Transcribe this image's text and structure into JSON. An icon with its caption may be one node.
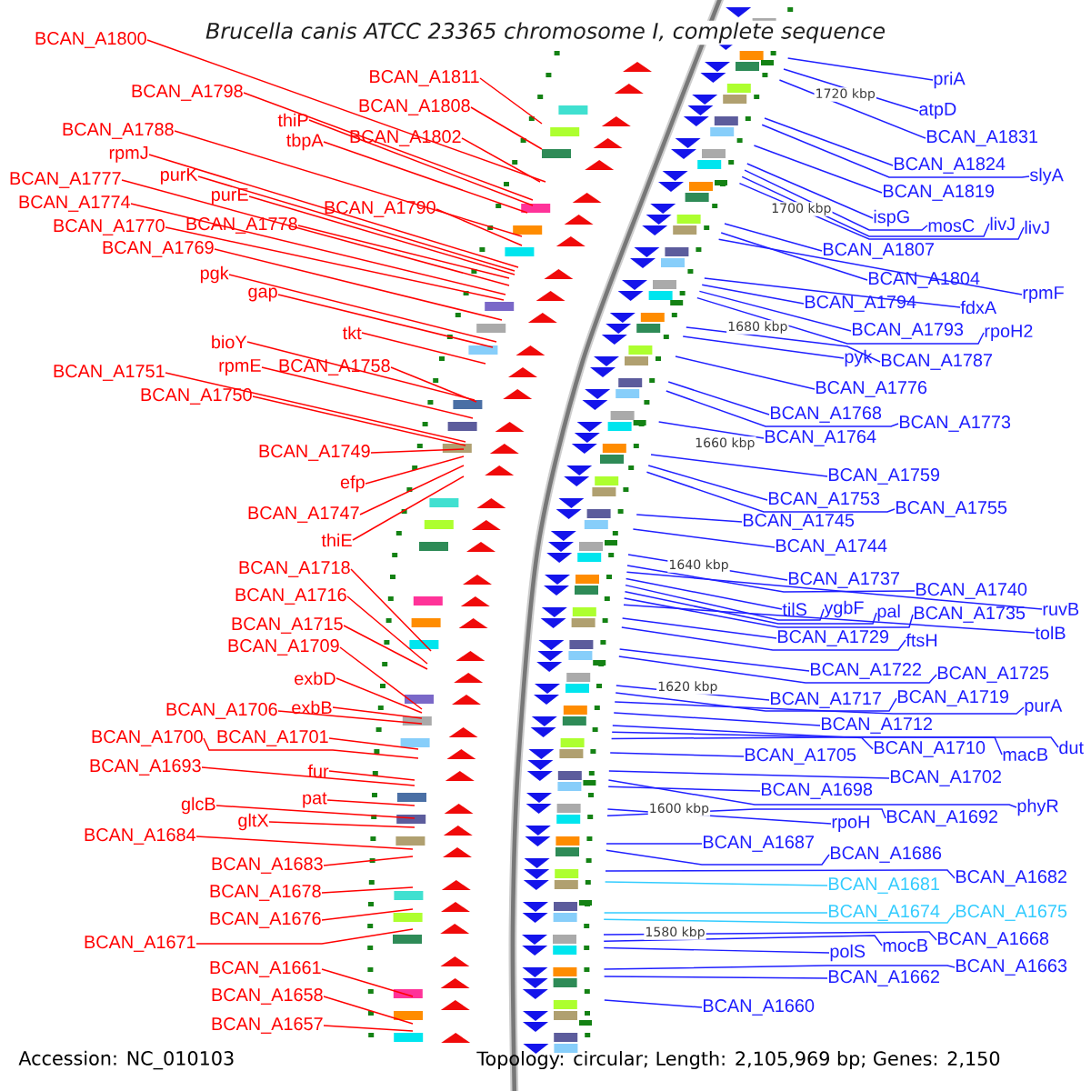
{
  "diagram": {
    "title": "Brucella canis ATCC 23365 chromosome I, complete sequence",
    "nodes": [
      {
        "text": [
          "BCAN_A1800"
        ]
      },
      {
        "text": [
          "BCAN_A1811"
        ]
      },
      {
        "text": [
          "BCAN_A1808"
        ]
      },
      {
        "text": [
          "BCAN_A1798"
        ]
      },
      {
        "text": [
          "thiP"
        ]
      },
      {
        "text": [
          "BCAN_A1802"
        ]
      },
      {
        "text": [
          "tbpA"
        ]
      },
      {
        "text": [
          "BCAN_A1788"
        ]
      },
      {
        "text": [
          "rpmJ"
        ]
      },
      {
        "text": [
          "purK"
        ]
      },
      {
        "text": [
          "BCAN_A1777"
        ]
      },
      {
        "text": [
          "purE"
        ]
      },
      {
        "text": [
          "BCAN_A1774"
        ]
      },
      {
        "text": [
          "BCAN_A1790"
        ]
      },
      {
        "text": [
          "BCAN_A1770"
        ]
      },
      {
        "text": [
          "BCAN_A1778"
        ]
      },
      {
        "text": [
          "BCAN_A1769"
        ]
      },
      {
        "text": [
          "pgk"
        ]
      },
      {
        "text": [
          "gap"
        ]
      },
      {
        "text": [
          "tkt"
        ]
      },
      {
        "text": [
          "bioY"
        ]
      },
      {
        "text": [
          "rpmE"
        ]
      },
      {
        "text": [
          "BCAN_A1758"
        ]
      },
      {
        "text": [
          "BCAN_A1751"
        ]
      },
      {
        "text": [
          "BCAN_A1750"
        ]
      },
      {
        "text": [
          "BCAN_A1749"
        ]
      },
      {
        "text": [
          "efp"
        ]
      },
      {
        "text": [
          "BCAN_A1747"
        ]
      },
      {
        "text": [
          "thiE"
        ]
      },
      {
        "text": [
          "BCAN_A1718"
        ]
      },
      {
        "text": [
          "BCAN_A1716"
        ]
      },
      {
        "text": [
          "BCAN_A1715"
        ]
      },
      {
        "text": [
          "BCAN_A1709"
        ]
      },
      {
        "text": [
          "exbD"
        ]
      },
      {
        "text": [
          "BCAN_A1706"
        ]
      },
      {
        "text": [
          "exbB"
        ]
      },
      {
        "text": [
          "BCAN_A1700"
        ]
      },
      {
        "text": [
          "BCAN_A1701"
        ]
      },
      {
        "text": [
          "BCAN_A1693"
        ]
      },
      {
        "text": [
          "fur"
        ]
      },
      {
        "text": [
          "pat"
        ]
      },
      {
        "text": [
          "glcB"
        ]
      },
      {
        "text": [
          "gltX"
        ]
      },
      {
        "text": [
          "BCAN_A1684"
        ]
      },
      {
        "text": [
          "BCAN_A1683"
        ]
      },
      {
        "text": [
          "BCAN_A1678"
        ]
      },
      {
        "text": [
          "BCAN_A1676"
        ]
      },
      {
        "text": [
          "BCAN_A1671"
        ]
      },
      {
        "text": [
          "BCAN_A1661"
        ]
      },
      {
        "text": [
          "BCAN_A1658"
        ]
      },
      {
        "text": [
          "BCAN_A1657"
        ]
      },
      {
        "text": [
          "priA"
        ]
      },
      {
        "text": [
          "atpD"
        ]
      },
      {
        "text": [
          "BCAN_A1831"
        ]
      },
      {
        "text": [
          "BCAN_A1824"
        ]
      },
      {
        "text": [
          "slyA"
        ]
      },
      {
        "text": [
          "BCAN_A1819"
        ]
      },
      {
        "text": [
          "ispG"
        ]
      },
      {
        "text": [
          "mosC"
        ]
      },
      {
        "text": [
          "livJ"
        ]
      },
      {
        "text": [
          "livJ"
        ]
      },
      {
        "text": [
          "BCAN_A1807"
        ]
      },
      {
        "text": [
          "BCAN_A1804"
        ]
      },
      {
        "text": [
          "rpmF"
        ]
      },
      {
        "text": [
          "BCAN_A1794"
        ]
      },
      {
        "text": [
          "fdxA"
        ]
      },
      {
        "text": [
          "BCAN_A1793"
        ]
      },
      {
        "text": [
          "rpoH2"
        ]
      },
      {
        "text": [
          "pyk"
        ]
      },
      {
        "text": [
          "BCAN_A1787"
        ]
      },
      {
        "text": [
          "BCAN_A1776"
        ]
      },
      {
        "text": [
          "BCAN_A1768"
        ]
      },
      {
        "text": [
          "BCAN_A1773"
        ]
      },
      {
        "text": [
          "BCAN_A1764"
        ]
      },
      {
        "text": [
          "BCAN_A1759"
        ]
      },
      {
        "text": [
          "BCAN_A1753"
        ]
      },
      {
        "text": [
          "BCAN_A1755"
        ]
      },
      {
        "text": [
          "BCAN_A1745"
        ]
      },
      {
        "text": [
          "BCAN_A1744"
        ]
      },
      {
        "text": [
          "BCAN_A1737"
        ]
      },
      {
        "text": [
          "BCAN_A1740"
        ]
      },
      {
        "text": [
          "tilS"
        ]
      },
      {
        "text": [
          "ygbF"
        ]
      },
      {
        "text": [
          "pal"
        ]
      },
      {
        "text": [
          "BCAN_A1735"
        ]
      },
      {
        "text": [
          "ruvB"
        ]
      },
      {
        "text": [
          "tolB"
        ]
      },
      {
        "text": [
          "BCAN_A1729"
        ]
      },
      {
        "text": [
          "ftsH"
        ]
      },
      {
        "text": [
          "BCAN_A1722"
        ]
      },
      {
        "text": [
          "BCAN_A1725"
        ]
      },
      {
        "text": [
          "BCAN_A1717"
        ]
      },
      {
        "text": [
          "BCAN_A1719"
        ]
      },
      {
        "text": [
          "purA"
        ]
      },
      {
        "text": [
          "BCAN_A1712"
        ]
      },
      {
        "text": [
          "BCAN_A1710"
        ]
      },
      {
        "text": [
          "macB"
        ]
      },
      {
        "text": [
          "dut"
        ]
      },
      {
        "text": [
          "BCAN_A1705"
        ]
      },
      {
        "text": [
          "BCAN_A1702"
        ]
      },
      {
        "text": [
          "BCAN_A1698"
        ]
      },
      {
        "text": [
          "phyR"
        ]
      },
      {
        "text": [
          "rpoH"
        ]
      },
      {
        "text": [
          "BCAN_A1692"
        ]
      },
      {
        "text": [
          "BCAN_A1687"
        ]
      },
      {
        "text": [
          "BCAN_A1686"
        ]
      },
      {
        "text": [
          "BCAN_A1681"
        ]
      },
      {
        "text": [
          "BCAN_A1682"
        ]
      },
      {
        "text": [
          "BCAN_A1674"
        ]
      },
      {
        "text": [
          "BCAN_A1675"
        ]
      },
      {
        "text": [
          "polS"
        ]
      },
      {
        "text": [
          "mocB"
        ]
      },
      {
        "text": [
          "BCAN_A1668"
        ]
      },
      {
        "text": [
          "BCAN_A1662"
        ]
      },
      {
        "text": [
          "BCAN_A1663"
        ]
      },
      {
        "text": [
          "BCAN_A1660"
        ]
      }
    ],
    "edges": [
      {
        "from": 0,
        "to": null,
        "arrow": "none",
        "color": "#ff0000"
      },
      {
        "from": 1,
        "to": null,
        "arrow": "none",
        "color": "#ff0000"
      },
      {
        "from": 2,
        "to": null,
        "arrow": "none",
        "color": "#ff0000"
      },
      {
        "from": 3,
        "to": null,
        "arrow": "none",
        "color": "#ff0000"
      },
      {
        "from": 4,
        "to": null,
        "arrow": "none",
        "color": "#ff0000"
      },
      {
        "from": 5,
        "to": null,
        "arrow": "none",
        "color": "#ff0000"
      },
      {
        "from": 6,
        "to": null,
        "arrow": "none",
        "color": "#ff0000"
      },
      {
        "from": 7,
        "to": null,
        "arrow": "none",
        "color": "#ff0000"
      },
      {
        "from": 8,
        "to": null,
        "arrow": "none",
        "color": "#ff0000"
      },
      {
        "from": 9,
        "to": null,
        "arrow": "none",
        "color": "#ff0000"
      },
      {
        "from": 10,
        "to": null,
        "arrow": "none",
        "color": "#ff0000"
      },
      {
        "from": 11,
        "to": null,
        "arrow": "none",
        "color": "#ff0000"
      },
      {
        "from": 12,
        "to": null,
        "arrow": "none",
        "color": "#ff0000"
      },
      {
        "from": 13,
        "to": null,
        "arrow": "none",
        "color": "#ff0000"
      },
      {
        "from": 14,
        "to": null,
        "arrow": "none",
        "color": "#ff0000"
      },
      {
        "from": 15,
        "to": null,
        "arrow": "none",
        "color": "#ff0000"
      },
      {
        "from": 16,
        "to": null,
        "arrow": "none",
        "color": "#ff0000"
      },
      {
        "from": 17,
        "to": null,
        "arrow": "none",
        "color": "#ff0000"
      },
      {
        "from": 18,
        "to": null,
        "arrow": "none",
        "color": "#ff0000"
      },
      {
        "from": 19,
        "to": null,
        "arrow": "none",
        "color": "#ff0000"
      },
      {
        "from": 20,
        "to": null,
        "arrow": "none",
        "color": "#ff0000"
      },
      {
        "from": 21,
        "to": null,
        "arrow": "none",
        "color": "#ff0000"
      },
      {
        "from": 22,
        "to": null,
        "arrow": "none",
        "color": "#ff0000"
      },
      {
        "from": 23,
        "to": null,
        "arrow": "none",
        "color": "#ff0000"
      },
      {
        "from": 24,
        "to": null,
        "arrow": "none",
        "color": "#ff0000"
      },
      {
        "from": 25,
        "to": null,
        "arrow": "none",
        "color": "#ff0000"
      },
      {
        "from": 26,
        "to": null,
        "arrow": "none",
        "color": "#ff0000"
      },
      {
        "from": 27,
        "to": null,
        "arrow": "none",
        "color": "#ff0000"
      },
      {
        "from": 28,
        "to": null,
        "arrow": "none",
        "color": "#ff0000"
      },
      {
        "from": 29,
        "to": null,
        "arrow": "none",
        "color": "#ff0000"
      },
      {
        "from": 30,
        "to": null,
        "arrow": "none",
        "color": "#ff0000"
      },
      {
        "from": 31,
        "to": null,
        "arrow": "none",
        "color": "#ff0000"
      },
      {
        "from": 32,
        "to": null,
        "arrow": "none",
        "color": "#ff0000"
      },
      {
        "from": 33,
        "to": null,
        "arrow": "none",
        "color": "#ff0000"
      },
      {
        "from": 34,
        "to": null,
        "arrow": "none",
        "color": "#ff0000"
      },
      {
        "from": 35,
        "to": null,
        "arrow": "none",
        "color": "#ff0000"
      },
      {
        "from": 36,
        "to": null,
        "arrow": "none",
        "color": "#ff0000"
      },
      {
        "from": 37,
        "to": null,
        "arrow": "none",
        "color": "#ff0000"
      },
      {
        "from": 38,
        "to": null,
        "arrow": "none",
        "color": "#ff0000"
      },
      {
        "from": 39,
        "to": null,
        "arrow": "none",
        "color": "#ff0000"
      },
      {
        "from": 40,
        "to": null,
        "arrow": "none",
        "color": "#ff0000"
      },
      {
        "from": 41,
        "to": null,
        "arrow": "none",
        "color": "#ff0000"
      },
      {
        "from": 42,
        "to": null,
        "arrow": "none",
        "color": "#ff0000"
      },
      {
        "from": 43,
        "to": null,
        "arrow": "none",
        "color": "#ff0000"
      },
      {
        "from": 44,
        "to": null,
        "arrow": "none",
        "color": "#ff0000"
      },
      {
        "from": 45,
        "to": null,
        "arrow": "none",
        "color": "#ff0000"
      },
      {
        "from": 46,
        "to": null,
        "arrow": "none",
        "color": "#ff0000"
      },
      {
        "from": 47,
        "to": null,
        "arrow": "none",
        "color": "#ff0000"
      },
      {
        "from": 48,
        "to": null,
        "arrow": "none",
        "color": "#ff0000"
      },
      {
        "from": 49,
        "to": null,
        "arrow": "none",
        "color": "#ff0000"
      },
      {
        "from": 50,
        "to": null,
        "arrow": "none",
        "color": "#ff0000"
      },
      {
        "from": 51,
        "to": null,
        "arrow": "none"
      },
      {
        "from": 52,
        "to": null,
        "arrow": "none"
      },
      {
        "from": 53,
        "to": null,
        "arrow": "none"
      },
      {
        "from": 54,
        "to": null,
        "arrow": "none"
      },
      {
        "from": 55,
        "to": null,
        "arrow": "none"
      },
      {
        "from": 56,
        "to": null,
        "arrow": "none"
      },
      {
        "from": 57,
        "to": null,
        "arrow": "none"
      },
      {
        "from": 58,
        "to": null,
        "arrow": "none"
      },
      {
        "from": 59,
        "to": null,
        "arrow": "none"
      },
      {
        "from": 60,
        "to": null,
        "arrow": "none"
      },
      {
        "from": 61,
        "to": null,
        "arrow": "none"
      },
      {
        "from": 62,
        "to": null,
        "arrow": "none"
      },
      {
        "from": 63,
        "to": null,
        "arrow": "none"
      },
      {
        "from": 64,
        "to": null,
        "arrow": "none"
      },
      {
        "from": 65,
        "to": null,
        "arrow": "none"
      },
      {
        "from": 66,
        "to": null,
        "arrow": "none"
      },
      {
        "from": 67,
        "to": null,
        "arrow": "none"
      },
      {
        "from": 68,
        "to": null,
        "arrow": "none"
      },
      {
        "from": 69,
        "to": null,
        "arrow": "none"
      },
      {
        "from": 70,
        "to": null,
        "arrow": "none"
      },
      {
        "from": 71,
        "to": null,
        "arrow": "none"
      },
      {
        "from": 72,
        "to": null,
        "arrow": "none"
      },
      {
        "from": 73,
        "to": null,
        "arrow": "none"
      },
      {
        "from": 74,
        "to": null,
        "arrow": "none"
      },
      {
        "from": 75,
        "to": null,
        "arrow": "none"
      },
      {
        "from": 76,
        "to": null,
        "arrow": "none"
      },
      {
        "from": 77,
        "to": null,
        "arrow": "none"
      },
      {
        "from": 78,
        "to": null,
        "arrow": "none"
      },
      {
        "from": 79,
        "to": null,
        "arrow": "none"
      },
      {
        "from": 80,
        "to": null,
        "arrow": "none"
      },
      {
        "from": 81,
        "to": null,
        "arrow": "none"
      },
      {
        "from": 82,
        "to": null,
        "arrow": "none"
      },
      {
        "from": 83,
        "to": null,
        "arrow": "none"
      },
      {
        "from": 84,
        "to": null,
        "arrow": "none"
      },
      {
        "from": 85,
        "to": null,
        "arrow": "none"
      },
      {
        "from": 86,
        "to": null,
        "arrow": "none"
      },
      {
        "from": 87,
        "to": null,
        "arrow": "none"
      },
      {
        "from": 88,
        "to": null,
        "arrow": "none"
      },
      {
        "from": 89,
        "to": null,
        "arrow": "none"
      },
      {
        "from": 90,
        "to": null,
        "arrow": "none"
      },
      {
        "from": 91,
        "to": null,
        "arrow": "none"
      },
      {
        "from": 92,
        "to": null,
        "arrow": "none"
      },
      {
        "from": 93,
        "to": null,
        "arrow": "none"
      },
      {
        "from": 94,
        "to": null,
        "arrow": "none"
      },
      {
        "from": 95,
        "to": null,
        "arrow": "none"
      },
      {
        "from": 96,
        "to": null,
        "arrow": "none"
      },
      {
        "from": 97,
        "to": null,
        "arrow": "none"
      },
      {
        "from": 98,
        "to": null,
        "arrow": "none"
      },
      {
        "from": 99,
        "to": null,
        "arrow": "none"
      },
      {
        "from": 100,
        "to": null,
        "arrow": "none"
      },
      {
        "from": 101,
        "to": null,
        "arrow": "none"
      },
      {
        "from": 102,
        "to": null,
        "arrow": "none"
      },
      {
        "from": 103,
        "to": null,
        "arrow": "none"
      },
      {
        "from": 104,
        "to": null,
        "arrow": "none"
      },
      {
        "from": 105,
        "to": null,
        "arrow": "none"
      },
      {
        "from": 106,
        "to": null,
        "arrow": "none",
        "color": "#33ccff"
      },
      {
        "from": 107,
        "to": null,
        "arrow": "none"
      },
      {
        "from": 108,
        "to": null,
        "arrow": "none",
        "color": "#33ccff"
      },
      {
        "from": 109,
        "to": null,
        "arrow": "none",
        "color": "#33ccff"
      },
      {
        "from": 110,
        "to": null,
        "arrow": "none"
      },
      {
        "from": 111,
        "to": null,
        "arrow": "none"
      },
      {
        "from": 112,
        "to": null,
        "arrow": "none"
      },
      {
        "from": 113,
        "to": null,
        "arrow": "none"
      },
      {
        "from": 114,
        "to": null,
        "arrow": "none"
      },
      {
        "from": 115,
        "to": null,
        "arrow": "none"
      }
    ],
    "labels": [
      "1720 kbp",
      "1700 kbp",
      "1680 kbp",
      "1660 kbp",
      "1640 kbp",
      "1620 kbp",
      "1600 kbp",
      "1580 kbp",
      "Accession: NC_010103",
      "Topology: circular; Length: 2,105,969 bp; Genes: 2,150"
    ]
  }
}
